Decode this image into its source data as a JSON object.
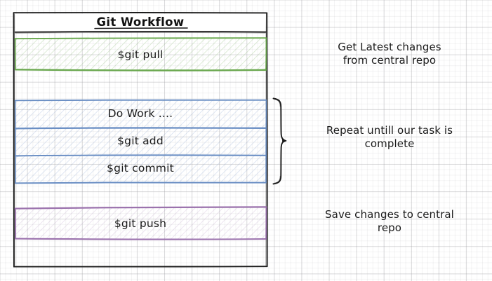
{
  "diagram": {
    "title": "Git Workflow",
    "colors": {
      "outline": "#1c1c1c",
      "pull_accent": "#6aa84f",
      "work_accent": "#6b8fc4",
      "push_accent": "#9b72ad",
      "grid": "#96969b",
      "text": "#141414"
    },
    "steps": [
      {
        "label": "$git pull",
        "accent": "green"
      },
      {
        "label": "Do Work ....",
        "accent": "blue"
      },
      {
        "label": "$git add",
        "accent": "blue"
      },
      {
        "label": "$git commit",
        "accent": "blue"
      },
      {
        "label": "$git push",
        "accent": "purple"
      }
    ],
    "annotations": [
      {
        "text": "Get Latest changes\nfrom central repo"
      },
      {
        "text": "Repeat untill our task is\ncomplete"
      },
      {
        "text": "Save changes to central\nrepo"
      }
    ]
  }
}
